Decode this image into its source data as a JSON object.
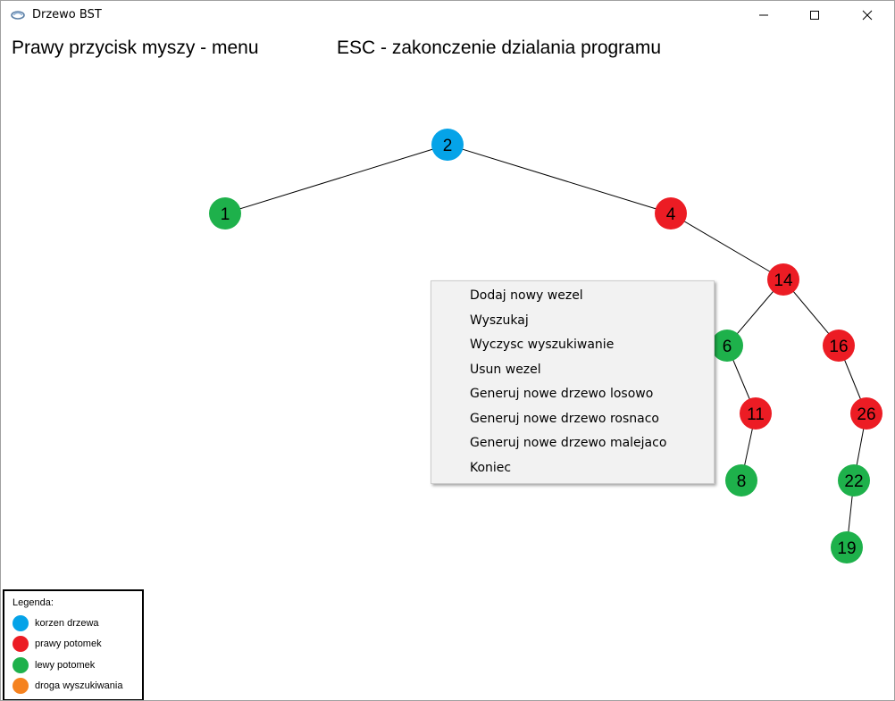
{
  "window": {
    "title": "Drzewo BST",
    "icon": "app-icon"
  },
  "hints": {
    "left": "Prawy przycisk myszy - menu",
    "right": "ESC - zakonczenie dzialania programu"
  },
  "colors": {
    "root": "#05a3e8",
    "right_child": "#ec1c24",
    "left_child": "#1eb14b",
    "search_path": "#f5821f"
  },
  "tree": {
    "nodes": [
      {
        "value": "2",
        "kind": "root"
      },
      {
        "value": "1",
        "kind": "left_child"
      },
      {
        "value": "4",
        "kind": "right_child"
      },
      {
        "value": "14",
        "kind": "right_child"
      },
      {
        "value": "6",
        "kind": "left_child"
      },
      {
        "value": "16",
        "kind": "right_child"
      },
      {
        "value": "11",
        "kind": "right_child"
      },
      {
        "value": "26",
        "kind": "right_child"
      },
      {
        "value": "8",
        "kind": "left_child"
      },
      {
        "value": "22",
        "kind": "left_child"
      },
      {
        "value": "19",
        "kind": "left_child"
      }
    ],
    "edges": [
      [
        "2",
        "1"
      ],
      [
        "2",
        "4"
      ],
      [
        "4",
        "14"
      ],
      [
        "14",
        "6"
      ],
      [
        "14",
        "16"
      ],
      [
        "6",
        "11"
      ],
      [
        "16",
        "26"
      ],
      [
        "11",
        "8"
      ],
      [
        "26",
        "22"
      ],
      [
        "22",
        "19"
      ]
    ]
  },
  "context_menu": {
    "items": [
      "Dodaj nowy wezel",
      "Wyszukaj",
      "Wyczysc wyszukiwanie",
      "Usun wezel",
      "Generuj nowe drzewo losowo",
      "Generuj nowe drzewo rosnaco",
      "Generuj nowe drzewo malejaco",
      "Koniec"
    ]
  },
  "legend": {
    "title": "Legenda:",
    "items": [
      {
        "label": "korzen drzewa",
        "kind": "root"
      },
      {
        "label": "prawy potomek",
        "kind": "right_child"
      },
      {
        "label": "lewy potomek",
        "kind": "left_child"
      },
      {
        "label": "droga wyszukiwania",
        "kind": "search_path"
      }
    ]
  }
}
